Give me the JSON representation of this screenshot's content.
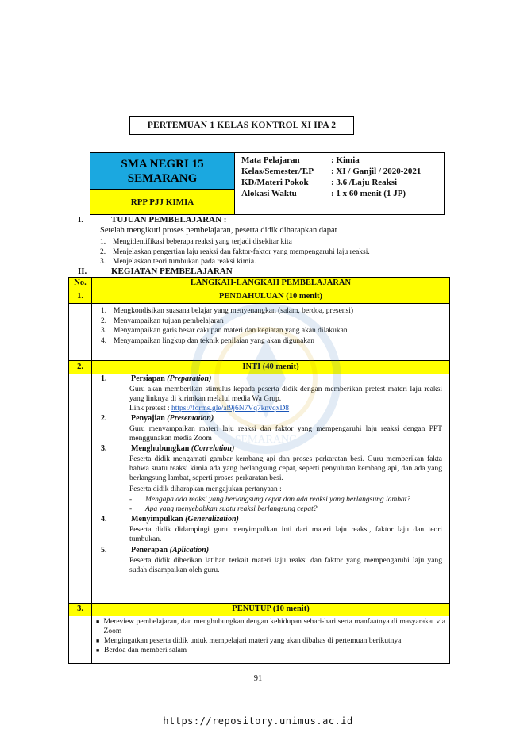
{
  "document": {
    "title": "PERTEMUAN 1 KELAS KONTROL XI IPA 2",
    "school_line1": "SMA NEGRI 15",
    "school_line2": "SEMARANG",
    "rpp_label": "RPP PJJ KIMIA",
    "meta": [
      {
        "key": "Mata Pelajaran",
        "value": ": Kimia"
      },
      {
        "key": "Kelas/Semester/T.P",
        "value": ": XI / Ganjil / 2020-2021"
      },
      {
        "key": "KD/Materi Pokok",
        "value": ": 3.6 /Laju Reaksi"
      },
      {
        "key": "Alokasi Waktu",
        "value": ": 1 x 60 menit (1 JP)"
      }
    ],
    "section1": {
      "num": "I.",
      "label": "TUJUAN PEMBELAJARAN :",
      "intro": "Setelah mengikuti proses pembelajaran, peserta didik diharapkan dapat",
      "items": [
        {
          "n": "1.",
          "text": "Mengidentifikasi beberapa reaksi yang terjadi disekitar kita"
        },
        {
          "n": "2.",
          "text": "Menjelaskan pengertian laju reaksi dan faktor-faktor yang mempengaruhi laju reaksi."
        },
        {
          "n": "3.",
          "text": "Menjelaskan teori tumbukan pada reaksi kimia."
        }
      ]
    },
    "section2": {
      "num": "II.",
      "label": "KEGIATAN PEMBELAJARAN"
    },
    "table": {
      "col_no": "No.",
      "col_title": "LANGKAH-LANGKAH PEMBELAJARAN",
      "pendahuluan": {
        "num": "1.",
        "title": "PENDAHULUAN (10 menit)",
        "items": [
          {
            "n": "1.",
            "text": "Mengkondisikan suasana belajar yang menyenangkan (salam, berdoa, presensi)"
          },
          {
            "n": "2.",
            "text": "Menyampaikan tujuan pembelajaran"
          },
          {
            "n": "3.",
            "text": "Menyampaikan garis besar cakupan materi dan kegiatan yang akan dilakukan"
          },
          {
            "n": "4.",
            "text": "Menyampaikan lingkup dan teknik penilaian yang akan digunakan"
          }
        ]
      },
      "inti": {
        "num": "2.",
        "title": "INTI (40 menit)",
        "s1_num": "1.",
        "s1_title_a": "Persiapan ",
        "s1_title_b": "(Preparation)",
        "s1_body": "Guru akan memberikan stimulus kepada peserta didik dengan memberikan pretest materi laju reaksi yang linknya di kirimkan melalui media Wa Grup.",
        "s1_link_label": "Link pretest : ",
        "s1_link": "https://forms.gle/af9j6N7Vq7knvqxD8",
        "s2_num": "2.",
        "s2_title_a": "Penyajian ",
        "s2_title_b": "(Presentation)",
        "s2_body": "Guru menyampaikan materi laju reaksi dan faktor yang mempengaruhi laju reaksi dengan PPT menggunakan media Zoom",
        "s3_num": "3.",
        "s3_title_a": "Menghubungkan ",
        "s3_title_b": "(Correlation)",
        "s3_body": "Peserta didik mengamati gambar kembang api dan proses perkaratan besi. Guru memberikan fakta bahwa suatu reaksi kimia ada yang berlangsung cepat, seperti penyulutan kembang api, dan ada yang berlangsung lambat, seperti proses perkaratan besi.",
        "s3_ask": "Peserta didik diharapkan mengajukan pertanyaan :",
        "s3_q1": "Mengapa ada reaksi yang berlangsung cepat dan ada reaksi yang berlangsung lambat?",
        "s3_q2": "Apa yang menyebabkan suatu reaksi berlangsung cepat?",
        "s4_num": "4.",
        "s4_title_a": "Menyimpulkan ",
        "s4_title_b": "(Generalization)",
        "s4_body": "Peserta didik didampingi guru menyimpulkan inti dari materi laju reaksi, faktor laju dan teori tumbukan.",
        "s5_num": "5.",
        "s5_title_a": "Penerapan ",
        "s5_title_b": "(Aplication)",
        "s5_body": "Peserta didik diberikan latihan terkait materi laju reaksi dan faktor yang mempengaruhi laju yang sudah disampaikan oleh guru."
      },
      "penutup": {
        "num": "3.",
        "title": "PENUTUP (10 menit)",
        "bullet": "■",
        "items": [
          "Mereview pembelajaran, dan menghubungkan dengan kehidupan sehari-hari serta manfaatnya di masyarakat via Zoom",
          "Mengingatkan peserta didik untuk mempelajari materi yang akan dibahas di pertemuan berikutnya",
          "Berdoa dan memberi salam"
        ]
      }
    },
    "watermark_text": "SEMARANG",
    "page_number": "91",
    "footer_url": "https://repository.unimus.ac.id"
  }
}
